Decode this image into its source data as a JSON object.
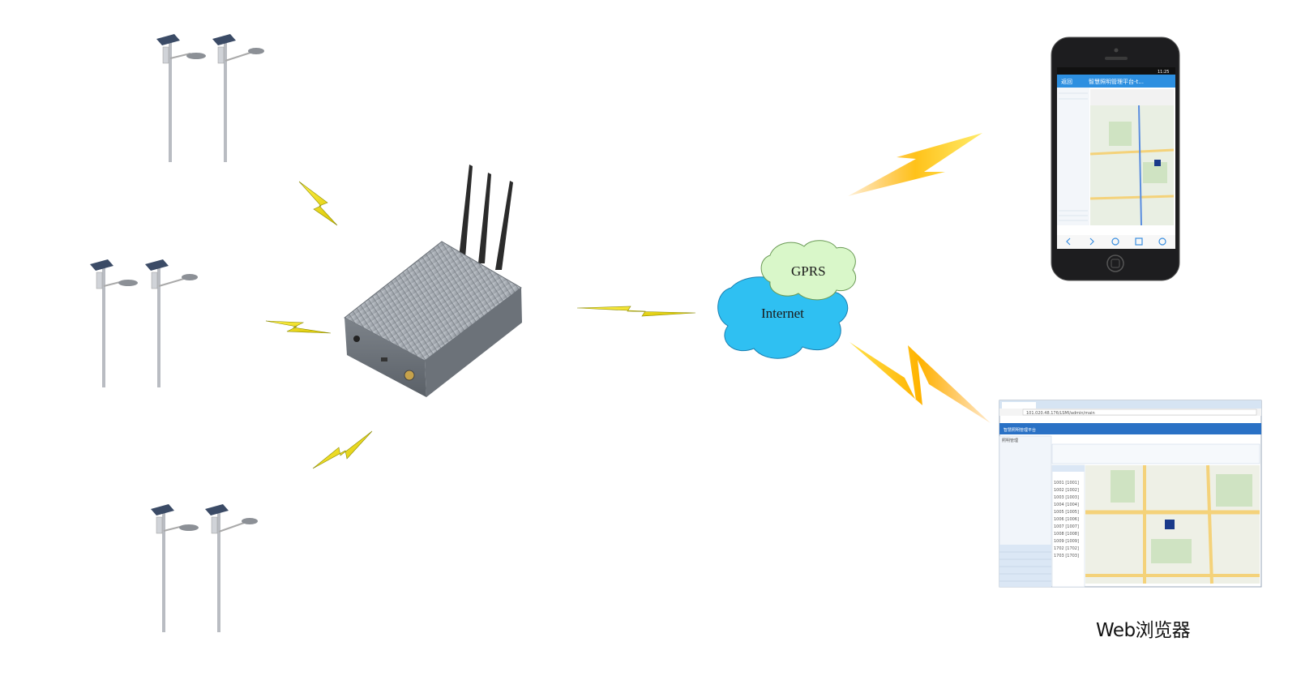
{
  "clouds": {
    "gprs_label": "GPRS",
    "internet_label": "Internet"
  },
  "web_browser_label": "Web浏览器",
  "phone": {
    "status_time": "11:25",
    "back_label": "返回",
    "title": "智慧照明管理平台-t..."
  },
  "browser": {
    "address": "101.020.48.176/LSMI/admin/main",
    "app_title": "智慧照明管理平台",
    "left_panel_title": "照明管理",
    "device_list": [
      "1001 [1001]",
      "1002 [1002]",
      "1003 [1003]",
      "1004 [1004]",
      "1005 [1005]",
      "1006 [1006]",
      "1007 [1007]",
      "1008 [1008]",
      "1009 [1009]",
      "1702 [1702]",
      "1703 [1703]"
    ]
  },
  "colors": {
    "bolt": "#f5a300",
    "bolt_light": "#ffe14a",
    "gprs_cloud": "#d9f7c9",
    "internet_cloud": "#2fc0f2",
    "pole": "#b9bcc2",
    "router": "#9ea4ab"
  }
}
